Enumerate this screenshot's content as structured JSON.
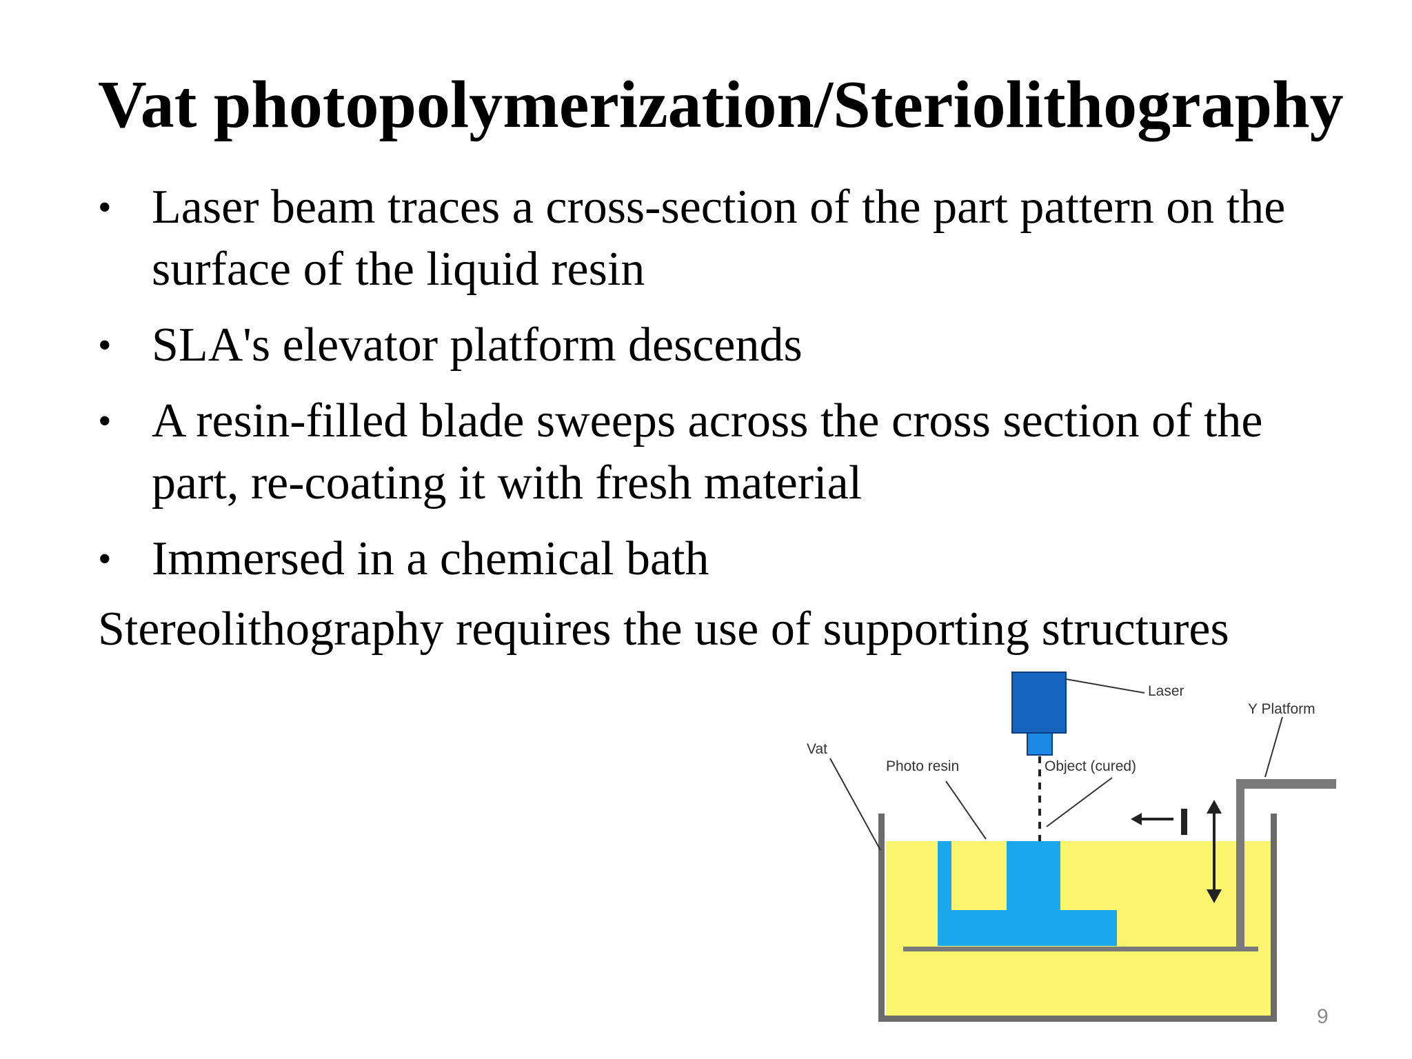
{
  "slide": {
    "title": "Vat photopolymerization/Steriolithography",
    "bullet_symbol": "•",
    "bullets": [
      {
        "text": "Laser beam traces a cross-section of the part pattern on the surface of the liquid resin"
      },
      {
        "text": "SLA's elevator platform descends"
      },
      {
        "text": "A resin-filled blade sweeps across the cross section of the part, re-coating it with fresh material"
      },
      {
        "text": "Immersed in a chemical bath"
      }
    ],
    "footer_statement": "Stereolithography requires the use of supporting structures",
    "page_number": "9"
  },
  "diagram": {
    "labels": {
      "laser": "Laser",
      "y_platform": "Y Platform",
      "vat": "Vat",
      "photo_resin": "Photo resin",
      "object": "Object (cured)"
    },
    "colors": {
      "resin": "#fbf46e",
      "object": "#1aa7ec",
      "laser_head": "#1565c0",
      "vat_wall": "#6b6b6b",
      "platform": "#7a7a7a"
    }
  }
}
